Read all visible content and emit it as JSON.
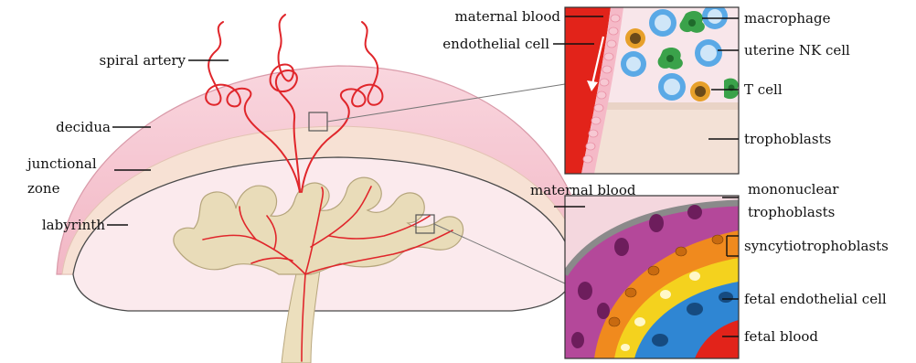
{
  "labels": {
    "spiral_artery": "spiral artery",
    "decidua": "decidua",
    "junctional_line1": "junctional",
    "junctional_line2": "zone",
    "labyrinth": "labyrinth",
    "maternal_blood_top": "maternal blood",
    "endothelial_cell": "endothelial cell",
    "macrophage": "macrophage",
    "uterine_nk_cell": "uterine NK cell",
    "t_cell": "T cell",
    "trophoblasts": "trophoblasts",
    "maternal_blood_bottom": "maternal blood",
    "mononuclear_line1": "mononuclear",
    "mononuclear_line2": "trophoblasts",
    "syncytiotrophoblasts": "syncytiotrophoblasts",
    "fetal_endothelial_cell": "fetal endothelial cell",
    "fetal_blood": "fetal blood"
  },
  "colors": {
    "decidua_pink": "#f6c9d3",
    "junctional_beige": "#f7e3d6",
    "labyrinth_pink": "#fbe8ec",
    "villi_tan": "#e8dbb8",
    "vessel_red": "#e0262b",
    "blood_red": "#e2231a",
    "nk_blue": "#5aa9e6",
    "macrophage_green": "#3aa24a",
    "tcell_orange": "#e7a02a",
    "mononuclear_purple": "#b4489a",
    "syncytio_orange": "#f08a1e",
    "syncytio_yellow": "#f4d21e",
    "fetal_endo_blue": "#2f86d3"
  }
}
